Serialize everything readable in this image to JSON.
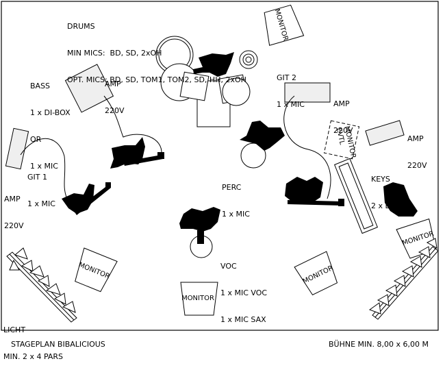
{
  "drums": {
    "title": "DRUMS",
    "line1": "MIN MICS:  BD, SD, 2xOH",
    "line2": "OPT. MICS: BD, SD, TOM1, TOM2, SD, HH, 2xOH"
  },
  "bass": {
    "line1": "BASS",
    "line2": "1 x DI-BOX",
    "line3": "OR",
    "line4": "1 x MIC"
  },
  "bass_amp": {
    "line1": "AMP",
    "line2": "220V"
  },
  "git1": {
    "line1": "GIT 1",
    "line2": "1 x MIC"
  },
  "git1_amp": {
    "line1": "AMP",
    "line2": "220V"
  },
  "git2": {
    "line1": "GIT 2",
    "line2": "1 x MIC"
  },
  "git2_amp": {
    "line1": "AMP",
    "line2": "220V"
  },
  "keys_amp": {
    "line1": "AMP",
    "line2": "220V"
  },
  "keys": {
    "line1": "KEYS",
    "line2": "2 x DI-BOX"
  },
  "perc": {
    "line1": "PERC",
    "line2": "1 x MIC"
  },
  "voc": {
    "line1": "VOC",
    "line2": "1 x MIC VOC",
    "line3": "1 x MIC SAX"
  },
  "licht": {
    "line1": "LICHT",
    "line2": "MIN. 2 x 4 PARS"
  },
  "monitor_label": "MONITOR",
  "monitor_evtl_label": "MONITOR\nEVTL",
  "footer": {
    "left": "STAGEPLAN BIBALICIOUS",
    "right": "BÜHNE MIN. 8,00 x 6,00 M"
  }
}
